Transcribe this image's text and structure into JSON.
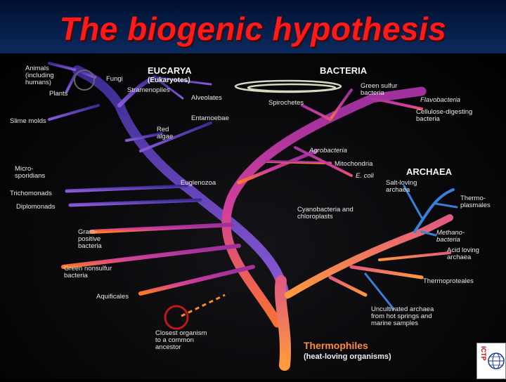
{
  "title": "The biogenic hypothesis",
  "domains": {
    "eucarya": "EUCARYA",
    "eucarya_sub": "(Eukaryotes)",
    "bacteria": "BACTERIA",
    "archaea": "ARCHAEA",
    "thermophiles": "Thermophiles",
    "thermophiles_sub": "(heat-loving organisms)"
  },
  "labels": {
    "animals": "Animals\n(including\nhumans)",
    "fungi": "Fungi",
    "plants": "Plants",
    "stramenopiles": "Stramenopiles",
    "alveolates": "Alveolates",
    "slime_molds": "Slime molds",
    "entamoebae": "Entamoebae",
    "red_algae": "Red\nalgae",
    "microsporidians": "Micro-\nsporidians",
    "euglenozoa": "Euglenozoa",
    "trichomonads": "Trichomonads",
    "diplomonads": "Diplomonads",
    "gram_positive": "Gram-\npositive\nbacteria",
    "green_nonsulfur": "Green nonsulfur\nbacteria",
    "aquificales": "Aquificales",
    "closest_organism": "Closest organism\nto a common\nancestor",
    "green_sulfur": "Green sulfur\nbacteria",
    "spirochetes": "Spirochetes",
    "flavobacteria": "Flavobacteria",
    "cellulose": "Cellulose-digesting\nbacteria",
    "agrobacteria": "Agrobacteria",
    "mitochondria": "Mitochondria",
    "e_coli": "E. coli",
    "salt_loving": "Salt-loving\narchaea",
    "thermoplasmales": "Thermo-\nplasmales",
    "cyanobacteria": "Cyanobacteria and\nchloroplasts",
    "methanobacteria": "Methano-\nbacteria",
    "acid_loving": "Acid loving\narchaea",
    "thermoproteales": "Thermoproteales",
    "uncultivated": "Uncultivated archaea\nfrom hot springs and\nmarine samples"
  },
  "logo_text": "ICTP",
  "colors": {
    "title": "#ff1a1a",
    "eucarya_branch": "#6a4fd8",
    "bacteria_branch": "#b0309a",
    "thermophile_branch": "#ff8a2a",
    "archaea_branch": "#3a7fd8"
  }
}
